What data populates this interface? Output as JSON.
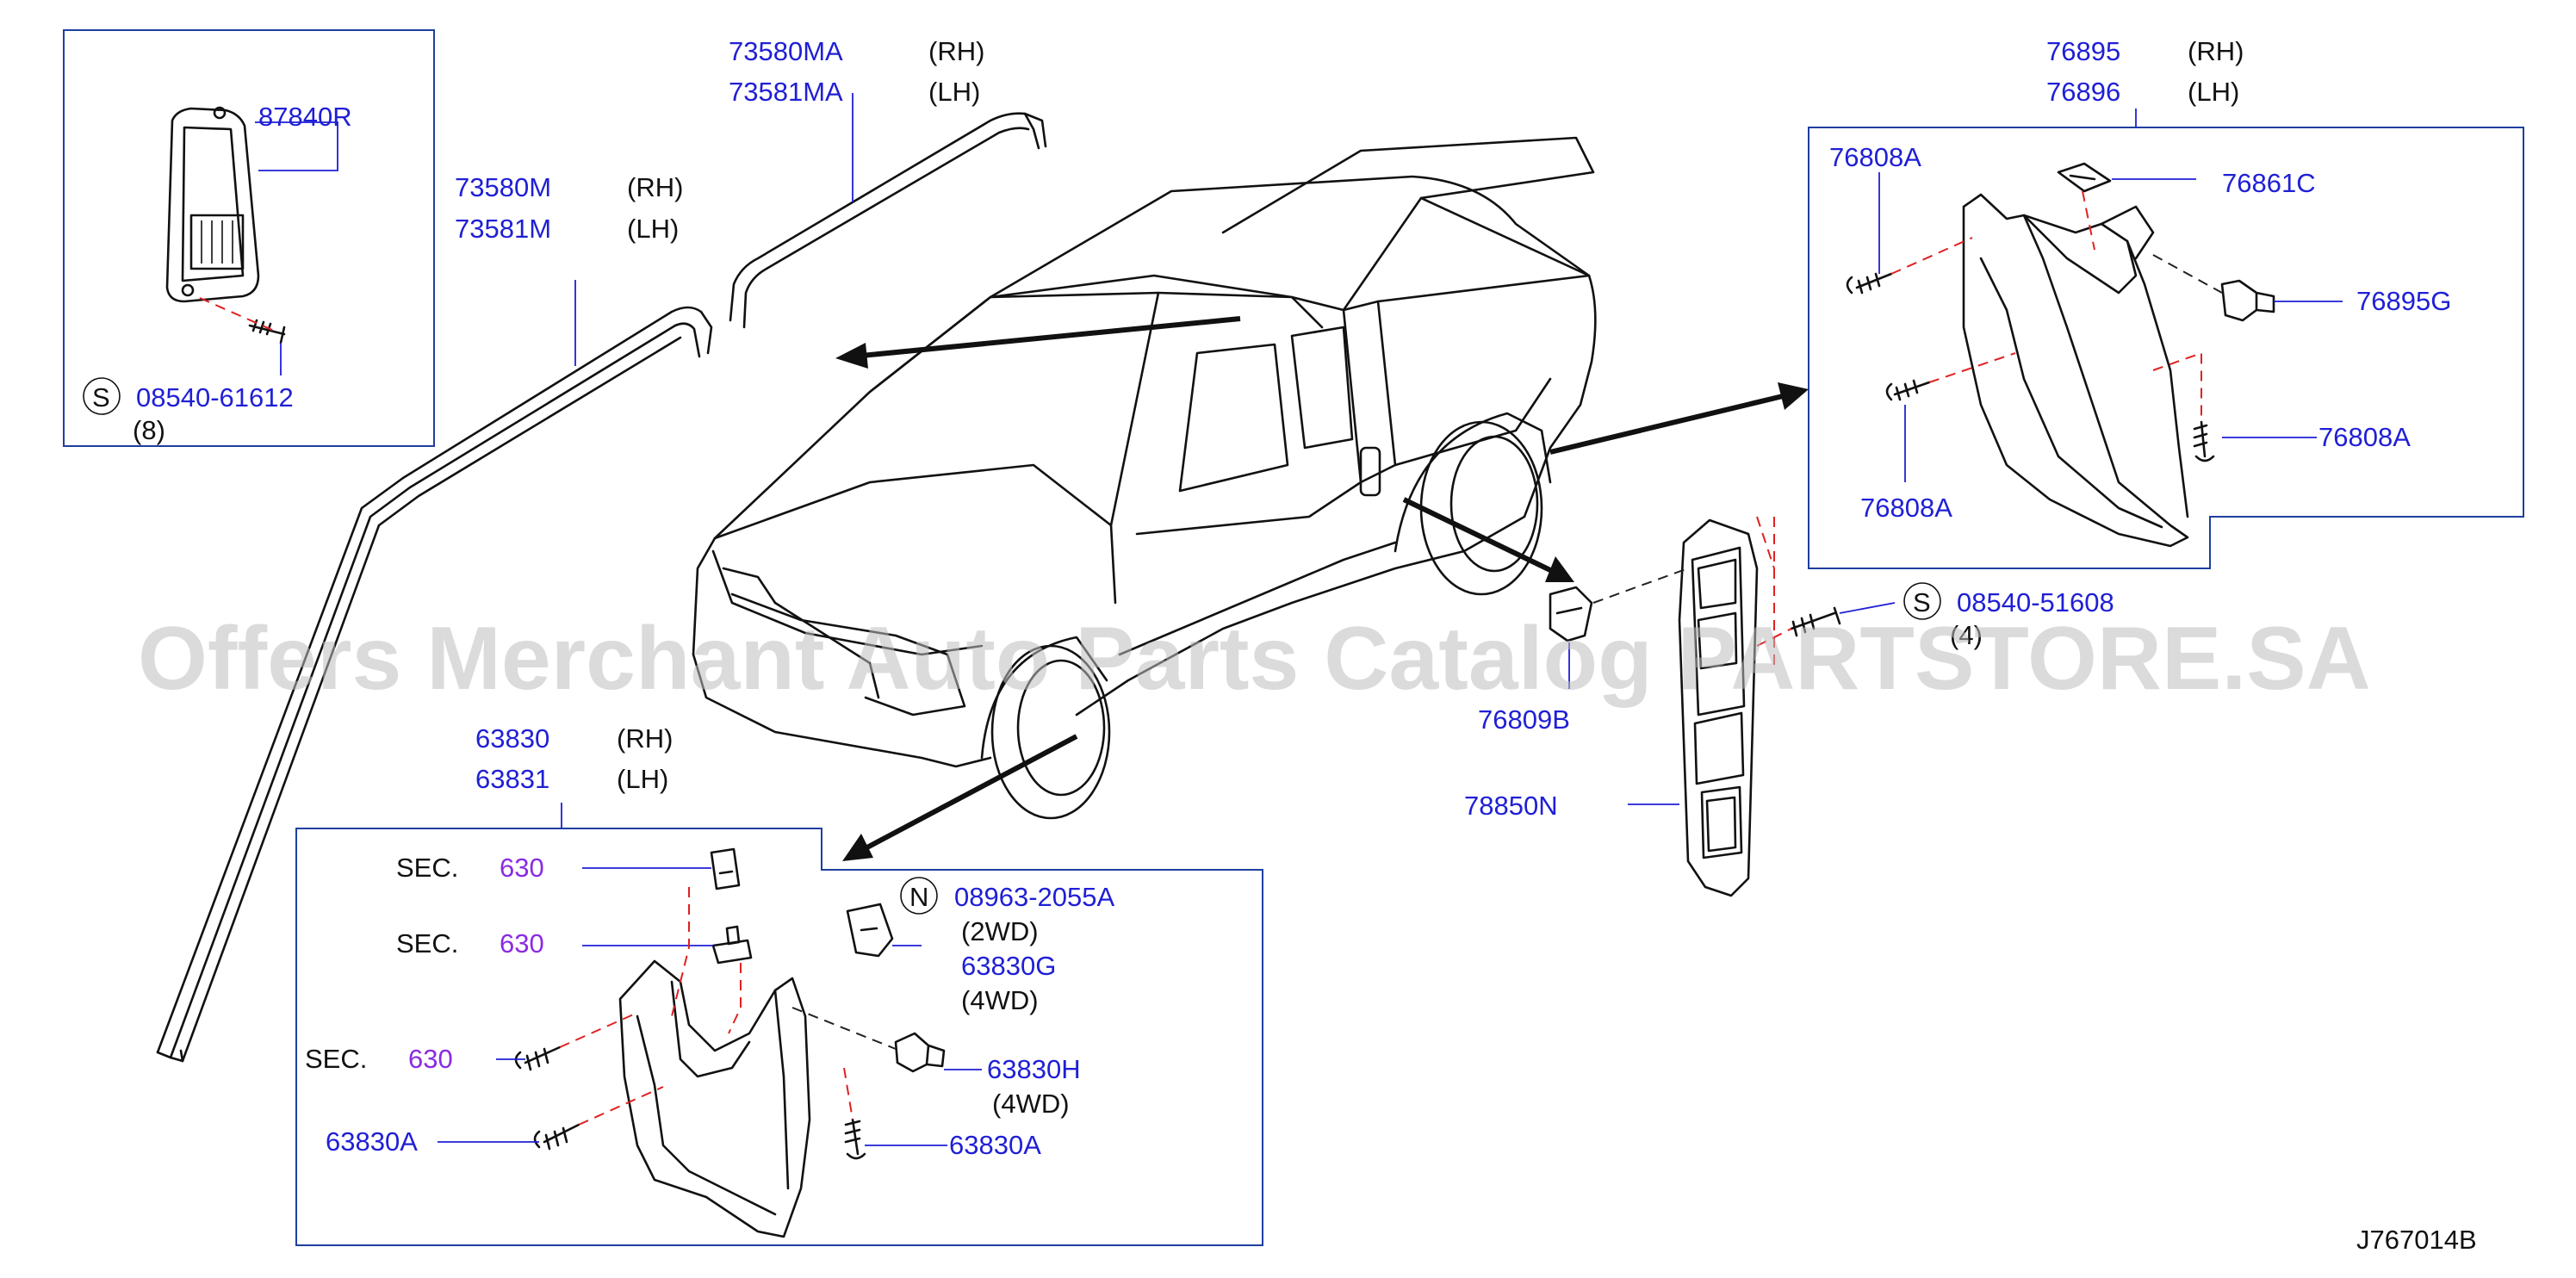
{
  "labels": {
    "cover_pn": "87840R",
    "cover_screw_pn": "08540-61612",
    "cover_screw_qty": "(8)",
    "s_symbol": "S",
    "n_symbol": "N",
    "roof_rh_pn": "73580MA",
    "roof_lh_pn": "73581MA",
    "drip_rh_pn": "73580M",
    "drip_lh_pn": "73581M",
    "rh": "(RH)",
    "lh": "(LH)",
    "mud_rear_rh_pn": "76895",
    "mud_rear_lh_pn": "76896",
    "rear_screw_a1": "76808A",
    "rear_clip_c": "76861C",
    "rear_grommet_g": "76895G",
    "rear_screw_a2": "76808A",
    "rear_screw_a3": "76808A",
    "protector_screw_pn": "08540-51608",
    "protector_screw_qty": "(4)",
    "clip_b": "76809B",
    "protector_pn": "78850N",
    "mud_front_rh_pn": "63830",
    "mud_front_lh_pn": "63831",
    "sec_label": "SEC.",
    "sec_num": "630",
    "front_nut_pn": "08963-2055A",
    "note_2wd": "(2WD)",
    "front_clip_g": "63830G",
    "note_4wd": "(4WD)",
    "front_grommet_h": "63830H",
    "front_screw_a1": "63830A",
    "front_screw_a2": "63830A",
    "diagram_code": "J767014B"
  },
  "watermark": "Offers Merchant Auto Parts Catalog PARTSTORE.SA",
  "colors": {
    "part_number": "#1f1fd6",
    "section_ref": "#8a2be2",
    "hidden_line": "#e02020",
    "box": "#1f3f9f"
  }
}
